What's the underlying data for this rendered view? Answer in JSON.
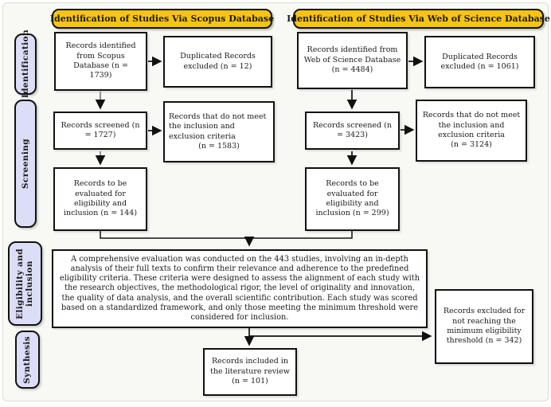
{
  "headers": {
    "scopus": "Identification of Studies Via Scopus Database",
    "wos": "Identification of Studies Via Web of Science  Database"
  },
  "stages": {
    "identification": "Identification",
    "screening": "Screening",
    "eligibility": "Eligibility and inclusion",
    "synthesis": "Synthesis"
  },
  "scopus": {
    "identified": "Records identified from Scopus Database (n = 1739)",
    "duplicates": "Duplicated Records excluded (n = 12)",
    "screened": "Records screened (n = 1727)",
    "not_meeting": "Records that do not meet the inclusion and exclusion criteria",
    "not_meeting_count": "(n = 1583)",
    "evaluated": "Records to be evaluated for eligibility and inclusion (n = 144)"
  },
  "wos": {
    "identified": "Records identified from Web of Science Database (n = 4484)",
    "duplicates": "Duplicated Records excluded  (n = 1061)",
    "screened": "Records screened (n = 3423)",
    "not_meeting": "Records that do not meet the inclusion and exclusion criteria",
    "not_meeting_count": "(n = 3124)",
    "evaluated": "Records to be evaluated for eligibility and inclusion (n = 299)"
  },
  "evaluation": {
    "text": "A comprehensive evaluation was conducted on the 443 studies, involving an in-depth analysis of their full texts to confirm their relevance and adherence to the predefined eligibility criteria. These criteria were designed to assess the alignment of each study with the research objectives, the methodological rigor, the level of originality and innovation, the quality of data analysis, and the overall scientific contribution. Each study was scored based on a standardized framework, and only those meeting the minimum threshold were considered for inclusion."
  },
  "synthesis": {
    "excluded": "Records excluded for not reaching the minimum eligibility threshold (n = 342)",
    "included": "Records included in the literature review (n = 101)"
  },
  "colors": {
    "header_bg": "#f7c413",
    "stage_bg": "#dcddf6",
    "arrow_black": "#111111",
    "arrow_gray": "#808080"
  }
}
